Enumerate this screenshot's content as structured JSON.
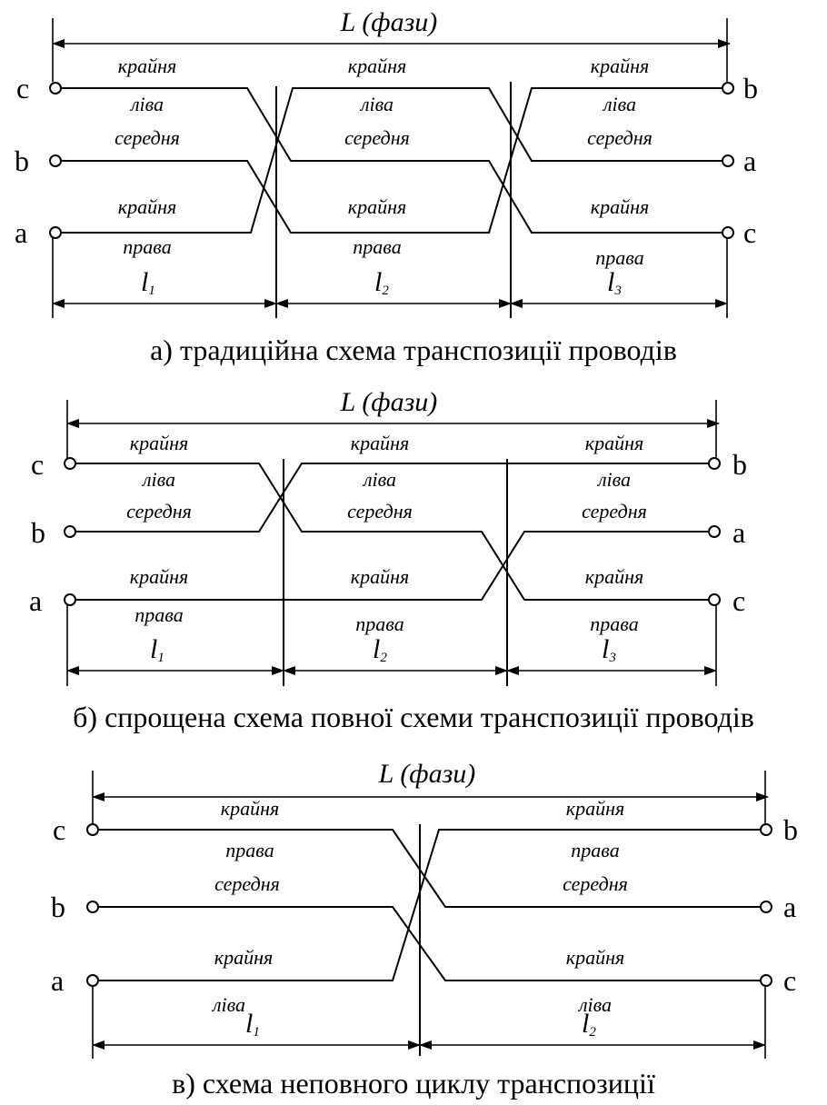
{
  "diagrams": [
    {
      "id": "a",
      "total_label": "L (фази)",
      "left_ports": [
        "c",
        "b",
        "a"
      ],
      "right_ports": [
        "b",
        "a",
        "c"
      ],
      "segments": [
        {
          "top": [
            "крайня",
            "ліва"
          ],
          "middle": "середня",
          "bottom": [
            "крайня",
            "права"
          ],
          "length_label": "l",
          "length_index": "1"
        },
        {
          "top": [
            "крайня",
            "ліва"
          ],
          "middle": "середня",
          "bottom": [
            "крайня",
            "права"
          ],
          "length_label": "l",
          "length_index": "2"
        },
        {
          "top": [
            "крайня",
            "ліва"
          ],
          "middle": "середня",
          "bottom": [
            "крайня",
            "права"
          ],
          "length_label": "l",
          "length_index": "3"
        }
      ],
      "caption": "а) традиційна схема транспозиції проводів"
    },
    {
      "id": "b",
      "total_label": "L (фази)",
      "left_ports": [
        "c",
        "b",
        "a"
      ],
      "right_ports": [
        "b",
        "a",
        "c"
      ],
      "segments": [
        {
          "top": [
            "крайня",
            "ліва"
          ],
          "middle": "середня",
          "bottom": [
            "крайня",
            "права"
          ],
          "length_label": "l",
          "length_index": "1"
        },
        {
          "top": [
            "крайня",
            "ліва"
          ],
          "middle": "середня",
          "bottom": [
            "крайня",
            "права"
          ],
          "length_label": "l",
          "length_index": "2"
        },
        {
          "top": [
            "крайня",
            "ліва"
          ],
          "middle": "середня",
          "bottom": [
            "крайня",
            "права"
          ],
          "length_label": "l",
          "length_index": "3"
        }
      ],
      "caption": "б) спрощена схема повної схеми транспозиції проводів"
    },
    {
      "id": "c",
      "total_label": "L (фази)",
      "left_ports": [
        "c",
        "b",
        "a"
      ],
      "right_ports": [
        "b",
        "a",
        "c"
      ],
      "segments": [
        {
          "top": [
            "крайня",
            "права"
          ],
          "middle": "середня",
          "bottom": [
            "крайня",
            "ліва"
          ],
          "length_label": "l",
          "length_index": "1"
        },
        {
          "top": [
            "крайня",
            "права"
          ],
          "middle": "середня",
          "bottom": [
            "крайня",
            "ліва"
          ],
          "length_label": "l",
          "length_index": "2"
        }
      ],
      "caption": "в) схема неповного циклу транспозиції"
    }
  ]
}
